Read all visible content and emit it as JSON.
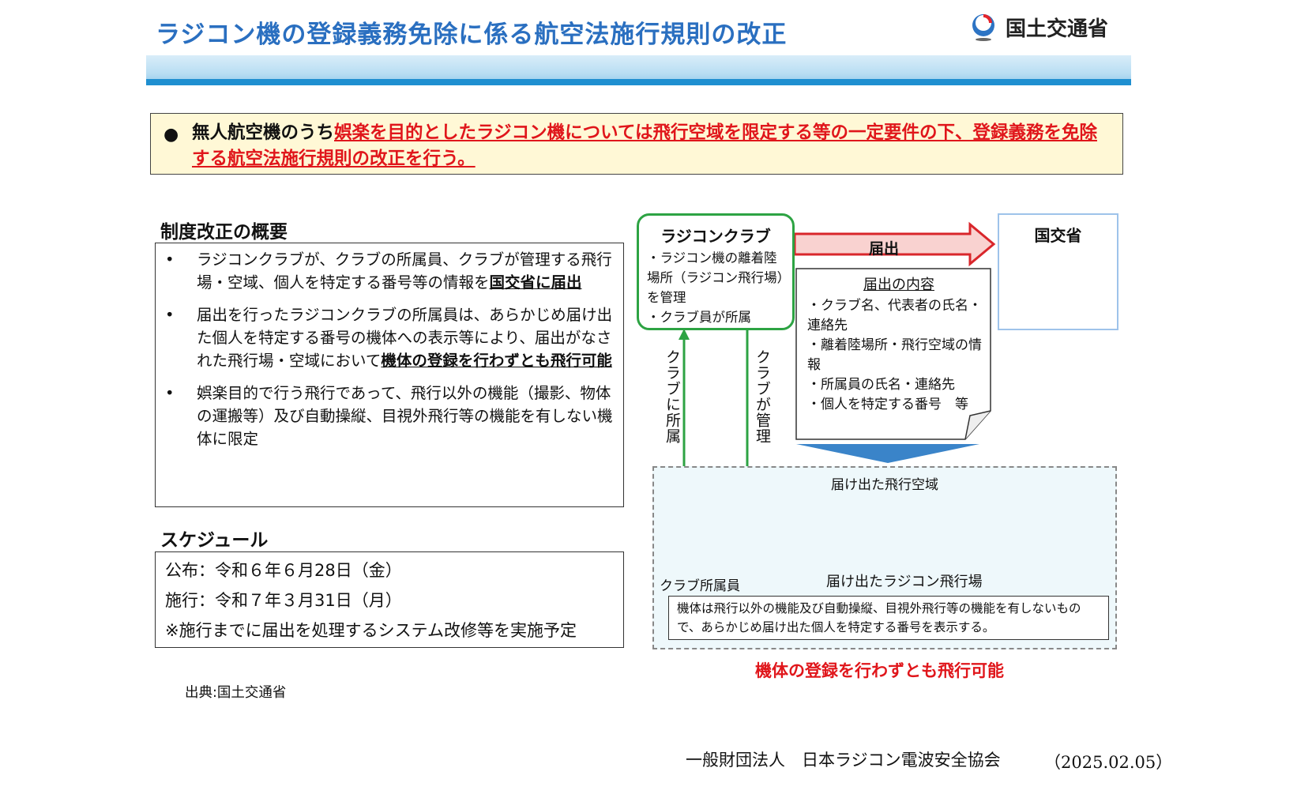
{
  "header": {
    "title": "ラジコン機の登録義務免除に係る航空法施行規則の改正",
    "brand": "国土交通省"
  },
  "summary": {
    "prefix": "無人航空機のうち",
    "highlight": "娯楽を目的としたラジコン機については飛行空域を限定する等の一定要件の下、登録義務を免除する航空法施行規則の改正を行う。"
  },
  "overview": {
    "heading": "制度改正の概要",
    "items": [
      {
        "text": "ラジコンクラブが、クラブの所属員、クラブが管理する飛行場・空域、個人を特定する番号等の情報を",
        "bold": "国交省に届出",
        "tail": ""
      },
      {
        "text": "届出を行ったラジコンクラブの所属員は、あらかじめ届け出た個人を特定する番号の機体への表示等により、届出がなされた飛行場・空域において",
        "bold": "機体の登録を行わずとも飛行可能",
        "tail": ""
      },
      {
        "text": "娯楽目的で行う飛行であって、飛行以外の機能（撮影、物体の運搬等）及び自動操縦、目視外飛行等の機能を有しない機体に限定",
        "bold": "",
        "tail": ""
      }
    ]
  },
  "schedule": {
    "heading": "スケジュール",
    "lines": [
      "公布：令和６年６月28日（金）",
      "施行：令和７年３月31日（月）",
      "※施行までに届出を処理するシステム改修等を実施予定"
    ]
  },
  "source": "出典:国土交通省",
  "diagram": {
    "club_title": "ラジコンクラブ",
    "club_items": [
      "・ラジコン機の離着陸場所（ラジコン飛行場）を管理",
      "・クラブ員が所属"
    ],
    "notify": "届出",
    "mlit_label": "国交省",
    "doc_heading": "届出の内容",
    "doc_items": [
      "・クラブ名、代表者の氏名・連絡先",
      "・離着陸場所・飛行空域の情報",
      "・所属員の氏名・連絡先",
      "・個人を特定する番号　等"
    ],
    "belong": "クラブに所属",
    "manage": "クラブが管理",
    "airspace_label": "届け出た飛行空域",
    "airfield_label": "届け出たラジコン飛行場",
    "member_label": "クラブ所属員",
    "note": "機体は飛行以外の機能及び自動操縦、目視外飛行等の機能を有しないもので、あらかじめ届け出た個人を特定する番号を表示する。",
    "result": "機体の登録を行わずとも飛行可能"
  },
  "footer": {
    "org": "一般財団法人　日本ラジコン電波安全協会",
    "date": "（2025.02.05）"
  }
}
